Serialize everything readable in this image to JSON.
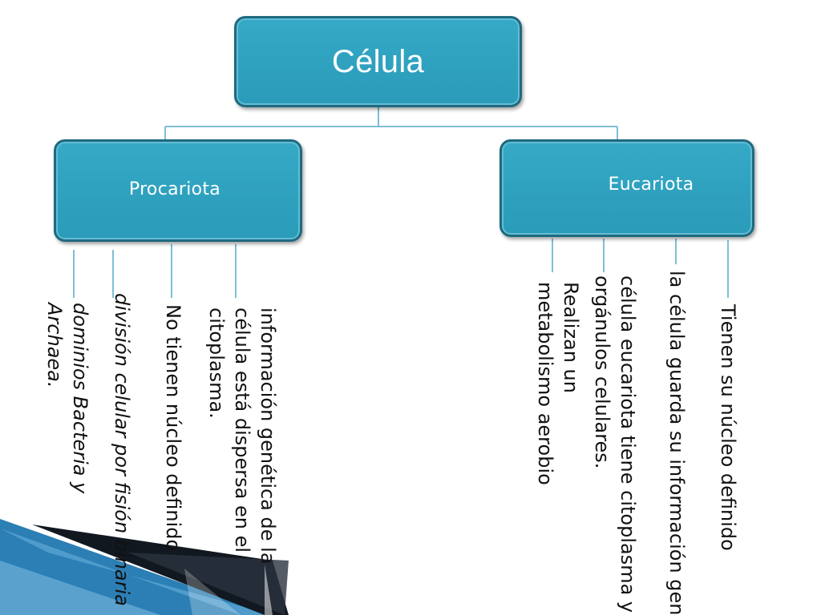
{
  "title": "Célula",
  "branches": {
    "procariota": {
      "label": "Procariota",
      "leaves": [
        "dominios Bacteria y Archaea.",
        "división celular por fisión binaria",
        "No tienen núcleo definido",
        "información genética de la célula está dispersa en el citoplasma."
      ]
    },
    "eucariota": {
      "label": "Eucariota",
      "leaves": [
        "Realizan un metabolismo aerobio",
        "célula eucariota tiene citoplasma y orgánulos celulares.",
        "la célula guarda su información genética",
        "Tienen su núcleo definido"
      ]
    }
  },
  "colors": {
    "box_fill": "#2a9bb9",
    "box_border": "#1f6a80",
    "connector": "#7fbfd4",
    "accent_blue": "#1e6fa0",
    "accent_dark": "#0b1a2a"
  }
}
